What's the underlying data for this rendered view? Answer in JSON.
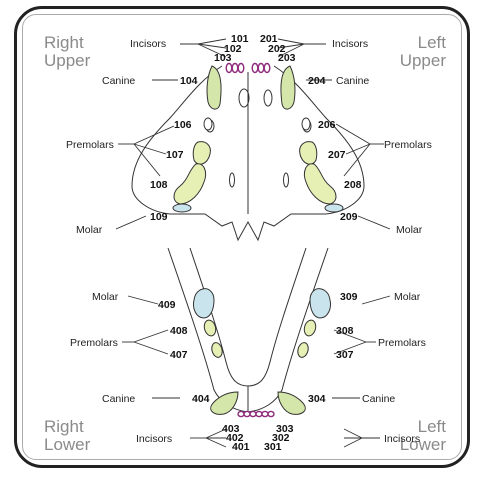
{
  "quadrants": {
    "right_upper": [
      "Right",
      "Upper"
    ],
    "left_upper": [
      "Left",
      "Upper"
    ],
    "right_lower": [
      "Right",
      "Lower"
    ],
    "left_lower": [
      "Left",
      "Lower"
    ]
  },
  "groups": {
    "incisors": "Incisors",
    "canine": "Canine",
    "premolars": "Premolars",
    "molar": "Molar"
  },
  "teeth": {
    "t101": "101",
    "t102": "102",
    "t103": "103",
    "t104": "104",
    "t106": "106",
    "t107": "107",
    "t108": "108",
    "t109": "109",
    "t201": "201",
    "t202": "202",
    "t203": "203",
    "t204": "204",
    "t206": "206",
    "t207": "207",
    "t208": "208",
    "t209": "209",
    "t301": "301",
    "t302": "302",
    "t303": "303",
    "t304": "304",
    "t307": "307",
    "t308": "308",
    "t309": "309",
    "t401": "401",
    "t402": "402",
    "t403": "403",
    "t404": "404",
    "t407": "407",
    "t408": "408",
    "t409": "409"
  },
  "colors": {
    "canine": "#d4e6a9",
    "premolar": "#e6efb4",
    "molar": "#c9e4ec",
    "incisor_outline": "#8e2a7a",
    "lines": "#333333"
  }
}
